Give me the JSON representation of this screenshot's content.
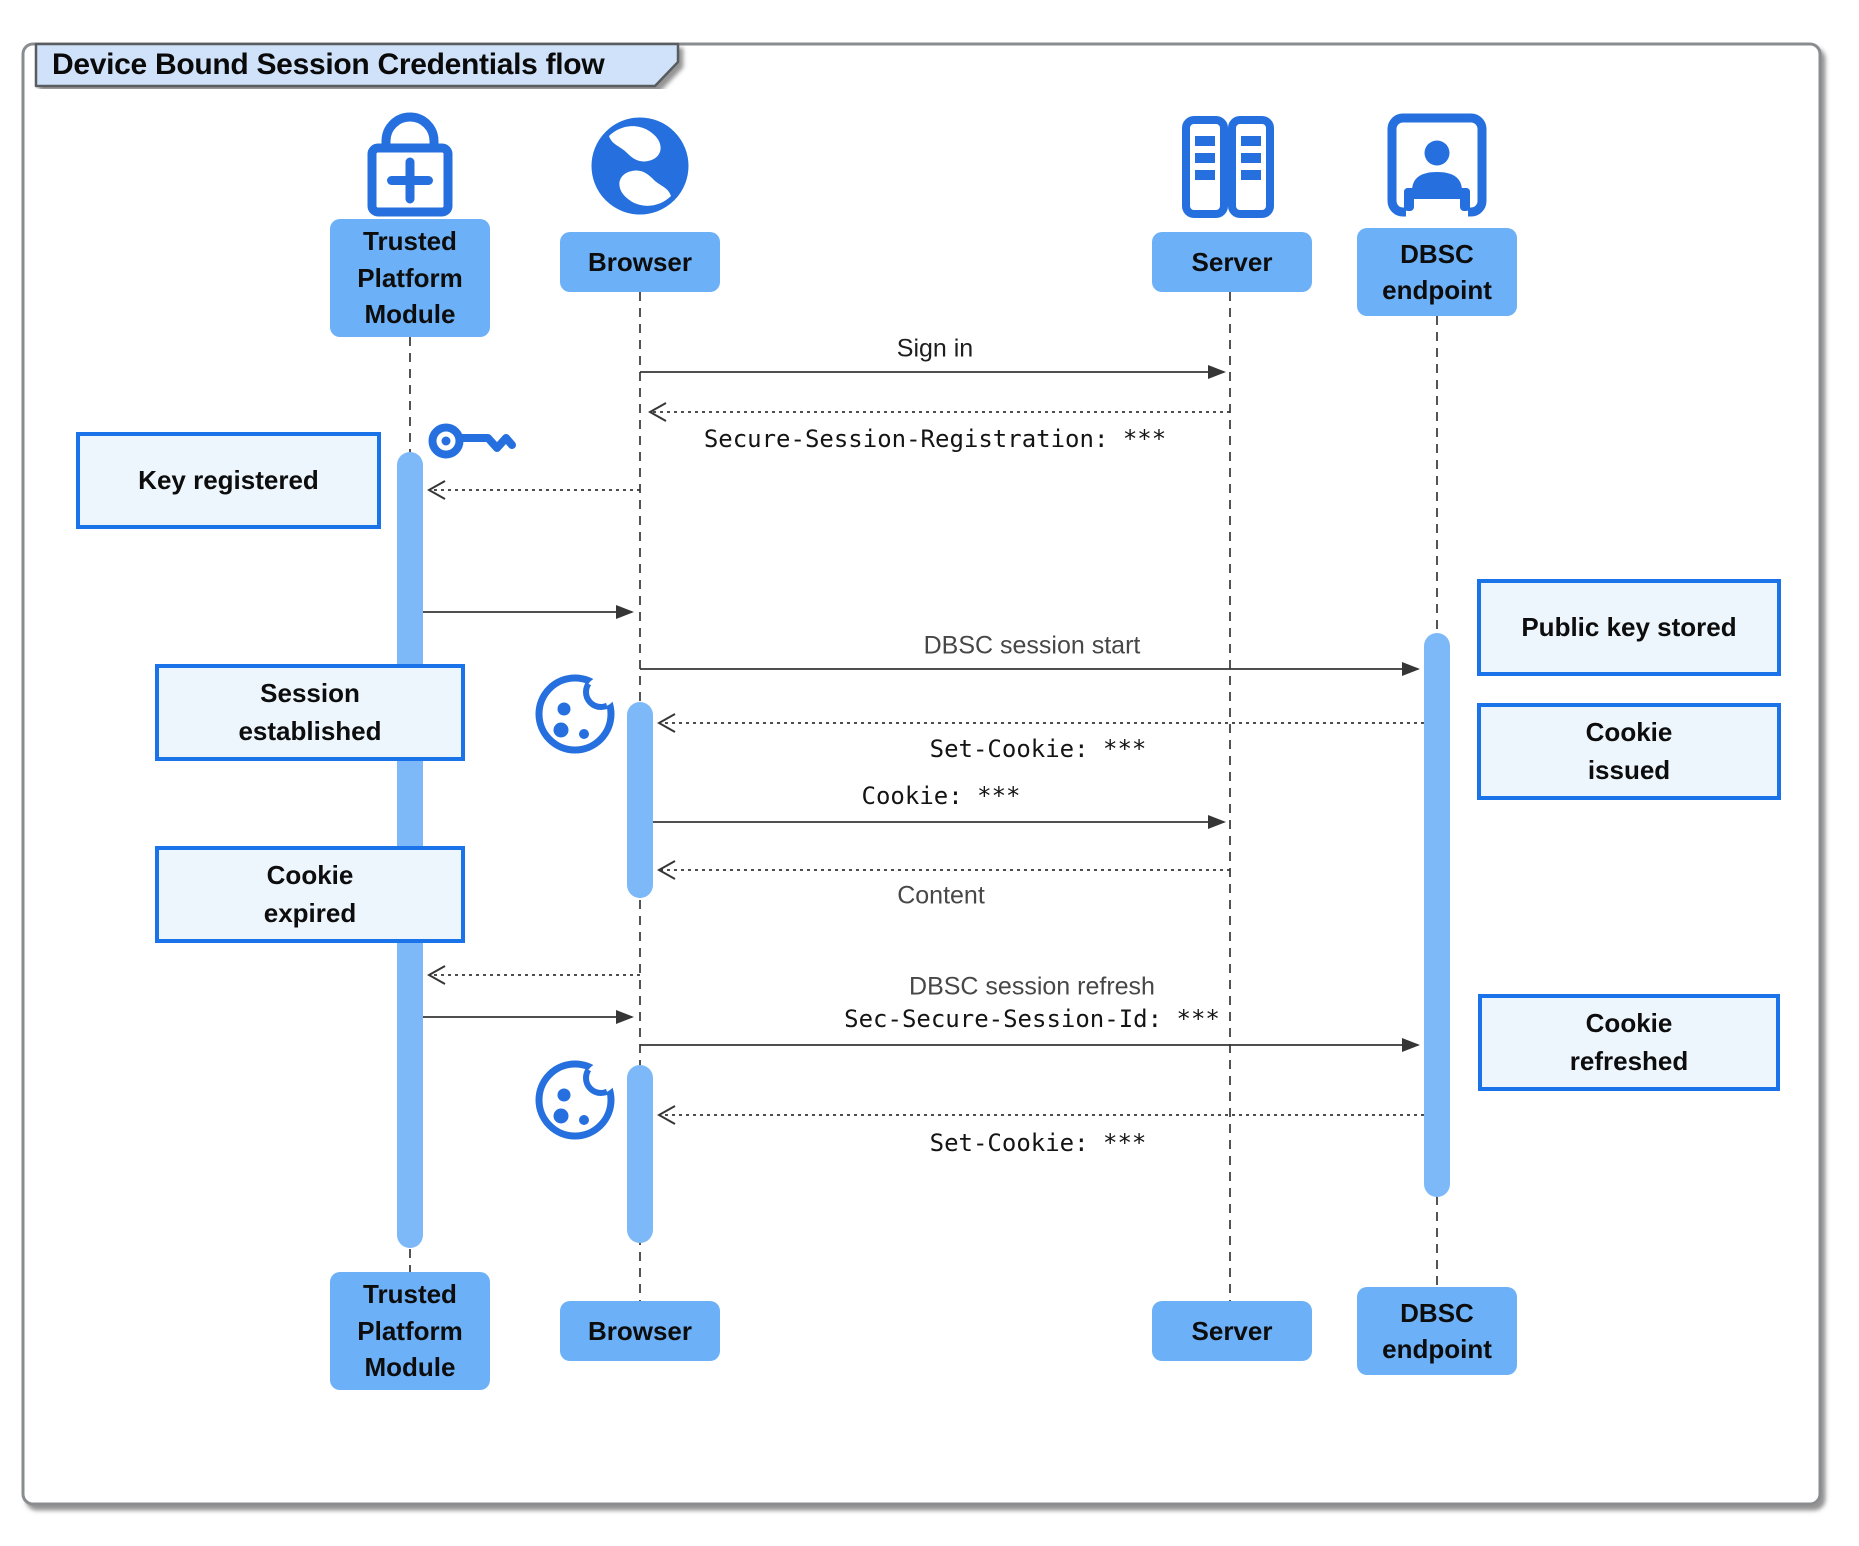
{
  "title": "Device Bound Session Credentials flow",
  "participants": [
    {
      "id": "tpm",
      "label": "Trusted\nPlatform\nModule",
      "icon": "lock-plus-icon"
    },
    {
      "id": "browser",
      "label": "Browser",
      "icon": "globe-icon"
    },
    {
      "id": "server",
      "label": "Server",
      "icon": "server-rack-icon"
    },
    {
      "id": "dbsc",
      "label": "DBSC\nendpoint",
      "icon": "id-booth-icon"
    }
  ],
  "messages": [
    {
      "label": "Sign in",
      "from": "Browser",
      "to": "Server",
      "style": "solid"
    },
    {
      "label": "Secure-Session-Registration: ***",
      "from": "Server",
      "to": "Browser",
      "style": "dashed",
      "font": "mono"
    },
    {
      "label": "",
      "from": "Browser",
      "to": "Trusted Platform Module",
      "style": "dashed"
    },
    {
      "label": "",
      "from": "Trusted Platform Module",
      "to": "Browser",
      "style": "solid"
    },
    {
      "label": "DBSC session start",
      "from": "Browser",
      "to": "DBSC endpoint",
      "style": "solid"
    },
    {
      "label": "Set-Cookie: ***",
      "from": "DBSC endpoint",
      "to": "Browser",
      "style": "dashed",
      "font": "mono"
    },
    {
      "label": "Cookie: ***",
      "from": "Browser",
      "to": "Server",
      "style": "solid",
      "font": "mono"
    },
    {
      "label": "Content",
      "from": "Server",
      "to": "Browser",
      "style": "dashed"
    },
    {
      "label": "",
      "from": "Browser",
      "to": "Trusted Platform Module",
      "style": "dashed"
    },
    {
      "label": "",
      "from": "Trusted Platform Module",
      "to": "Browser",
      "style": "solid"
    },
    {
      "label": "DBSC session refresh",
      "label2": "Sec-Secure-Session-Id: ***",
      "from": "Browser",
      "to": "DBSC endpoint",
      "style": "solid"
    },
    {
      "label": "Set-Cookie: ***",
      "from": "DBSC endpoint",
      "to": "Browser",
      "style": "dashed",
      "font": "mono"
    }
  ],
  "notes": [
    {
      "label": "Key registered"
    },
    {
      "label": "Session\nestablished"
    },
    {
      "label": "Cookie\nexpired"
    },
    {
      "label": "Public key stored"
    },
    {
      "label": "Cookie\nissued"
    },
    {
      "label": "Cookie\nrefreshed"
    }
  ],
  "icons": {
    "tpm": "lock-plus-icon",
    "browser": "globe-icon",
    "server": "server-rack-icon",
    "dbsc": "id-booth-icon",
    "key": "key-icon",
    "cookie": "cookie-icon"
  },
  "colors": {
    "participant_fill": "#6cb0f8",
    "activation_fill": "#7db9f8",
    "icon_blue": "#2570de",
    "note_fill": "#edf5fd",
    "note_border": "#1a73e8",
    "title_fill": "#cfe2fa",
    "frame_border": "#8a8d90",
    "line": "#363636"
  }
}
